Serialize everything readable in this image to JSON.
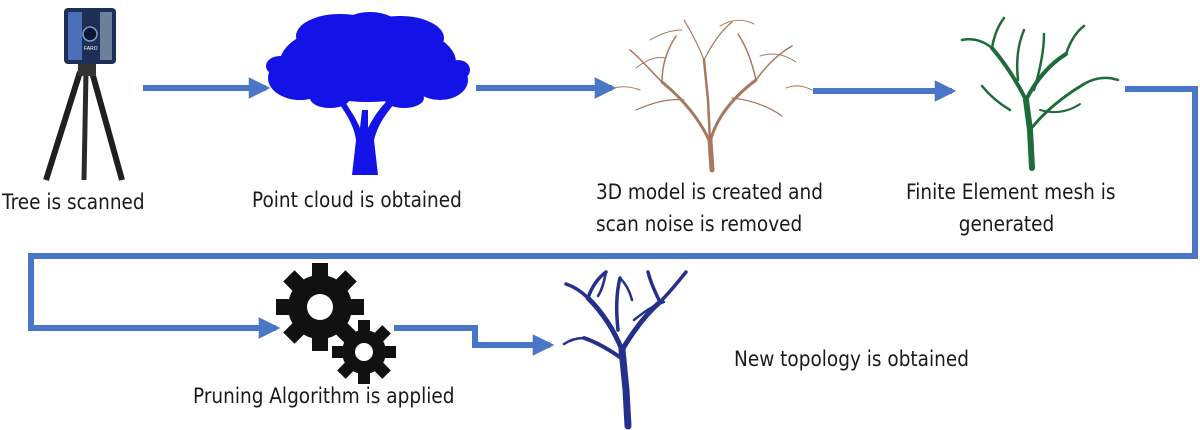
{
  "steps": [
    {
      "id": "scan",
      "label": "Tree is scanned",
      "icon": "laser-scanner-icon"
    },
    {
      "id": "cloud",
      "label": "Point cloud is obtained",
      "icon": "point-cloud-tree-icon"
    },
    {
      "id": "model",
      "label_line1": "3D model is created and",
      "label_line2": "scan noise is removed",
      "icon": "tree-model-icon"
    },
    {
      "id": "mesh",
      "label_line1": "Finite Element mesh is",
      "label_line2": "generated",
      "icon": "fe-mesh-tree-icon"
    },
    {
      "id": "pruning",
      "label": "Pruning Algorithm is applied",
      "icon": "gears-icon"
    },
    {
      "id": "topology",
      "label": "New topology is obtained",
      "icon": "pruned-topology-icon"
    }
  ],
  "colors": {
    "arrow": "#4a76c7",
    "point_cloud": "#1313e8",
    "tree_model": "#a8785e",
    "fe_mesh": "#1f6b3a",
    "topology": "#24308c",
    "gears": "#111111",
    "scanner_body": "#1d2f57",
    "text": "#1a1a1a"
  }
}
